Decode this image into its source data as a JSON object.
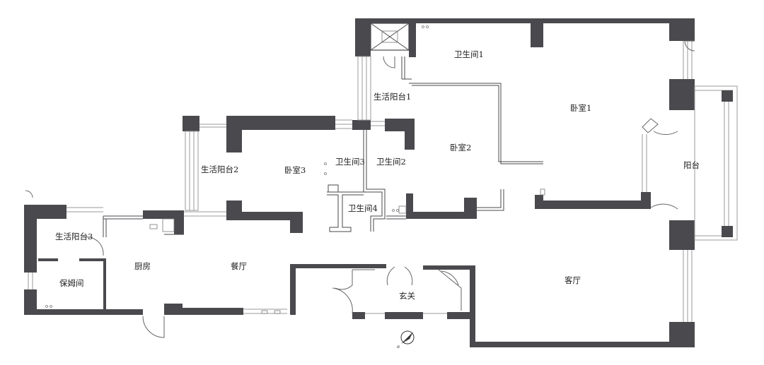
{
  "rooms": {
    "bathroom1": "卫生间1",
    "bedroom1": "卧室1",
    "utility_balcony1": "生活阳台1",
    "bedroom2": "卧室2",
    "bathroom2": "卫生间2",
    "bathroom3": "卫生间3",
    "bedroom3": "卧室3",
    "utility_balcony2": "生活阳台2",
    "balcony": "阳台",
    "bathroom4": "卫生间4",
    "utility_balcony3": "生活阳台3",
    "nanny_room": "保姆间",
    "kitchen": "厨房",
    "dining_room": "餐厅",
    "living_room": "客厅",
    "entrance": "玄关"
  },
  "compass": {
    "label": "N"
  }
}
